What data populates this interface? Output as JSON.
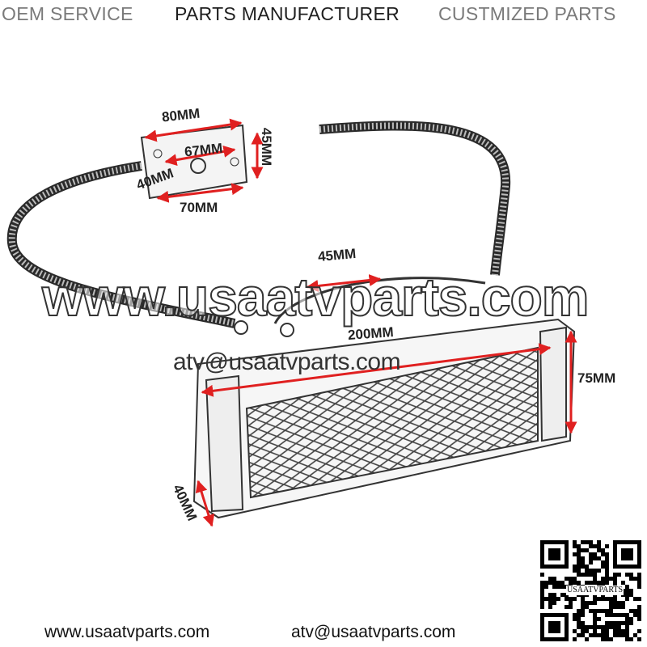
{
  "header": {
    "left": "OEM SERVICE",
    "center": "PARTS MANUFACTURER",
    "right": "CUSTMIZED PARTS"
  },
  "dimensions": {
    "bracket_width_top": "80MM",
    "bracket_height": "45MM",
    "bracket_hole_spacing": "67MM",
    "bracket_side": "40MM",
    "bracket_width_bottom": "70MM",
    "mount_bracket": "45MM",
    "radiator_length": "200MM",
    "radiator_height": "75MM",
    "radiator_depth": "40MM"
  },
  "watermark": {
    "site": "www.usaatvparts.com",
    "email": "atv@usaatvparts.com"
  },
  "qr": {
    "label": "USAATVPARTS"
  },
  "footer": {
    "website": "www.usaatvparts.com",
    "email": "atv@usaatvparts.com"
  },
  "colors": {
    "dimension_arrow": "#e02020",
    "hose": "#2a2a2a"
  }
}
